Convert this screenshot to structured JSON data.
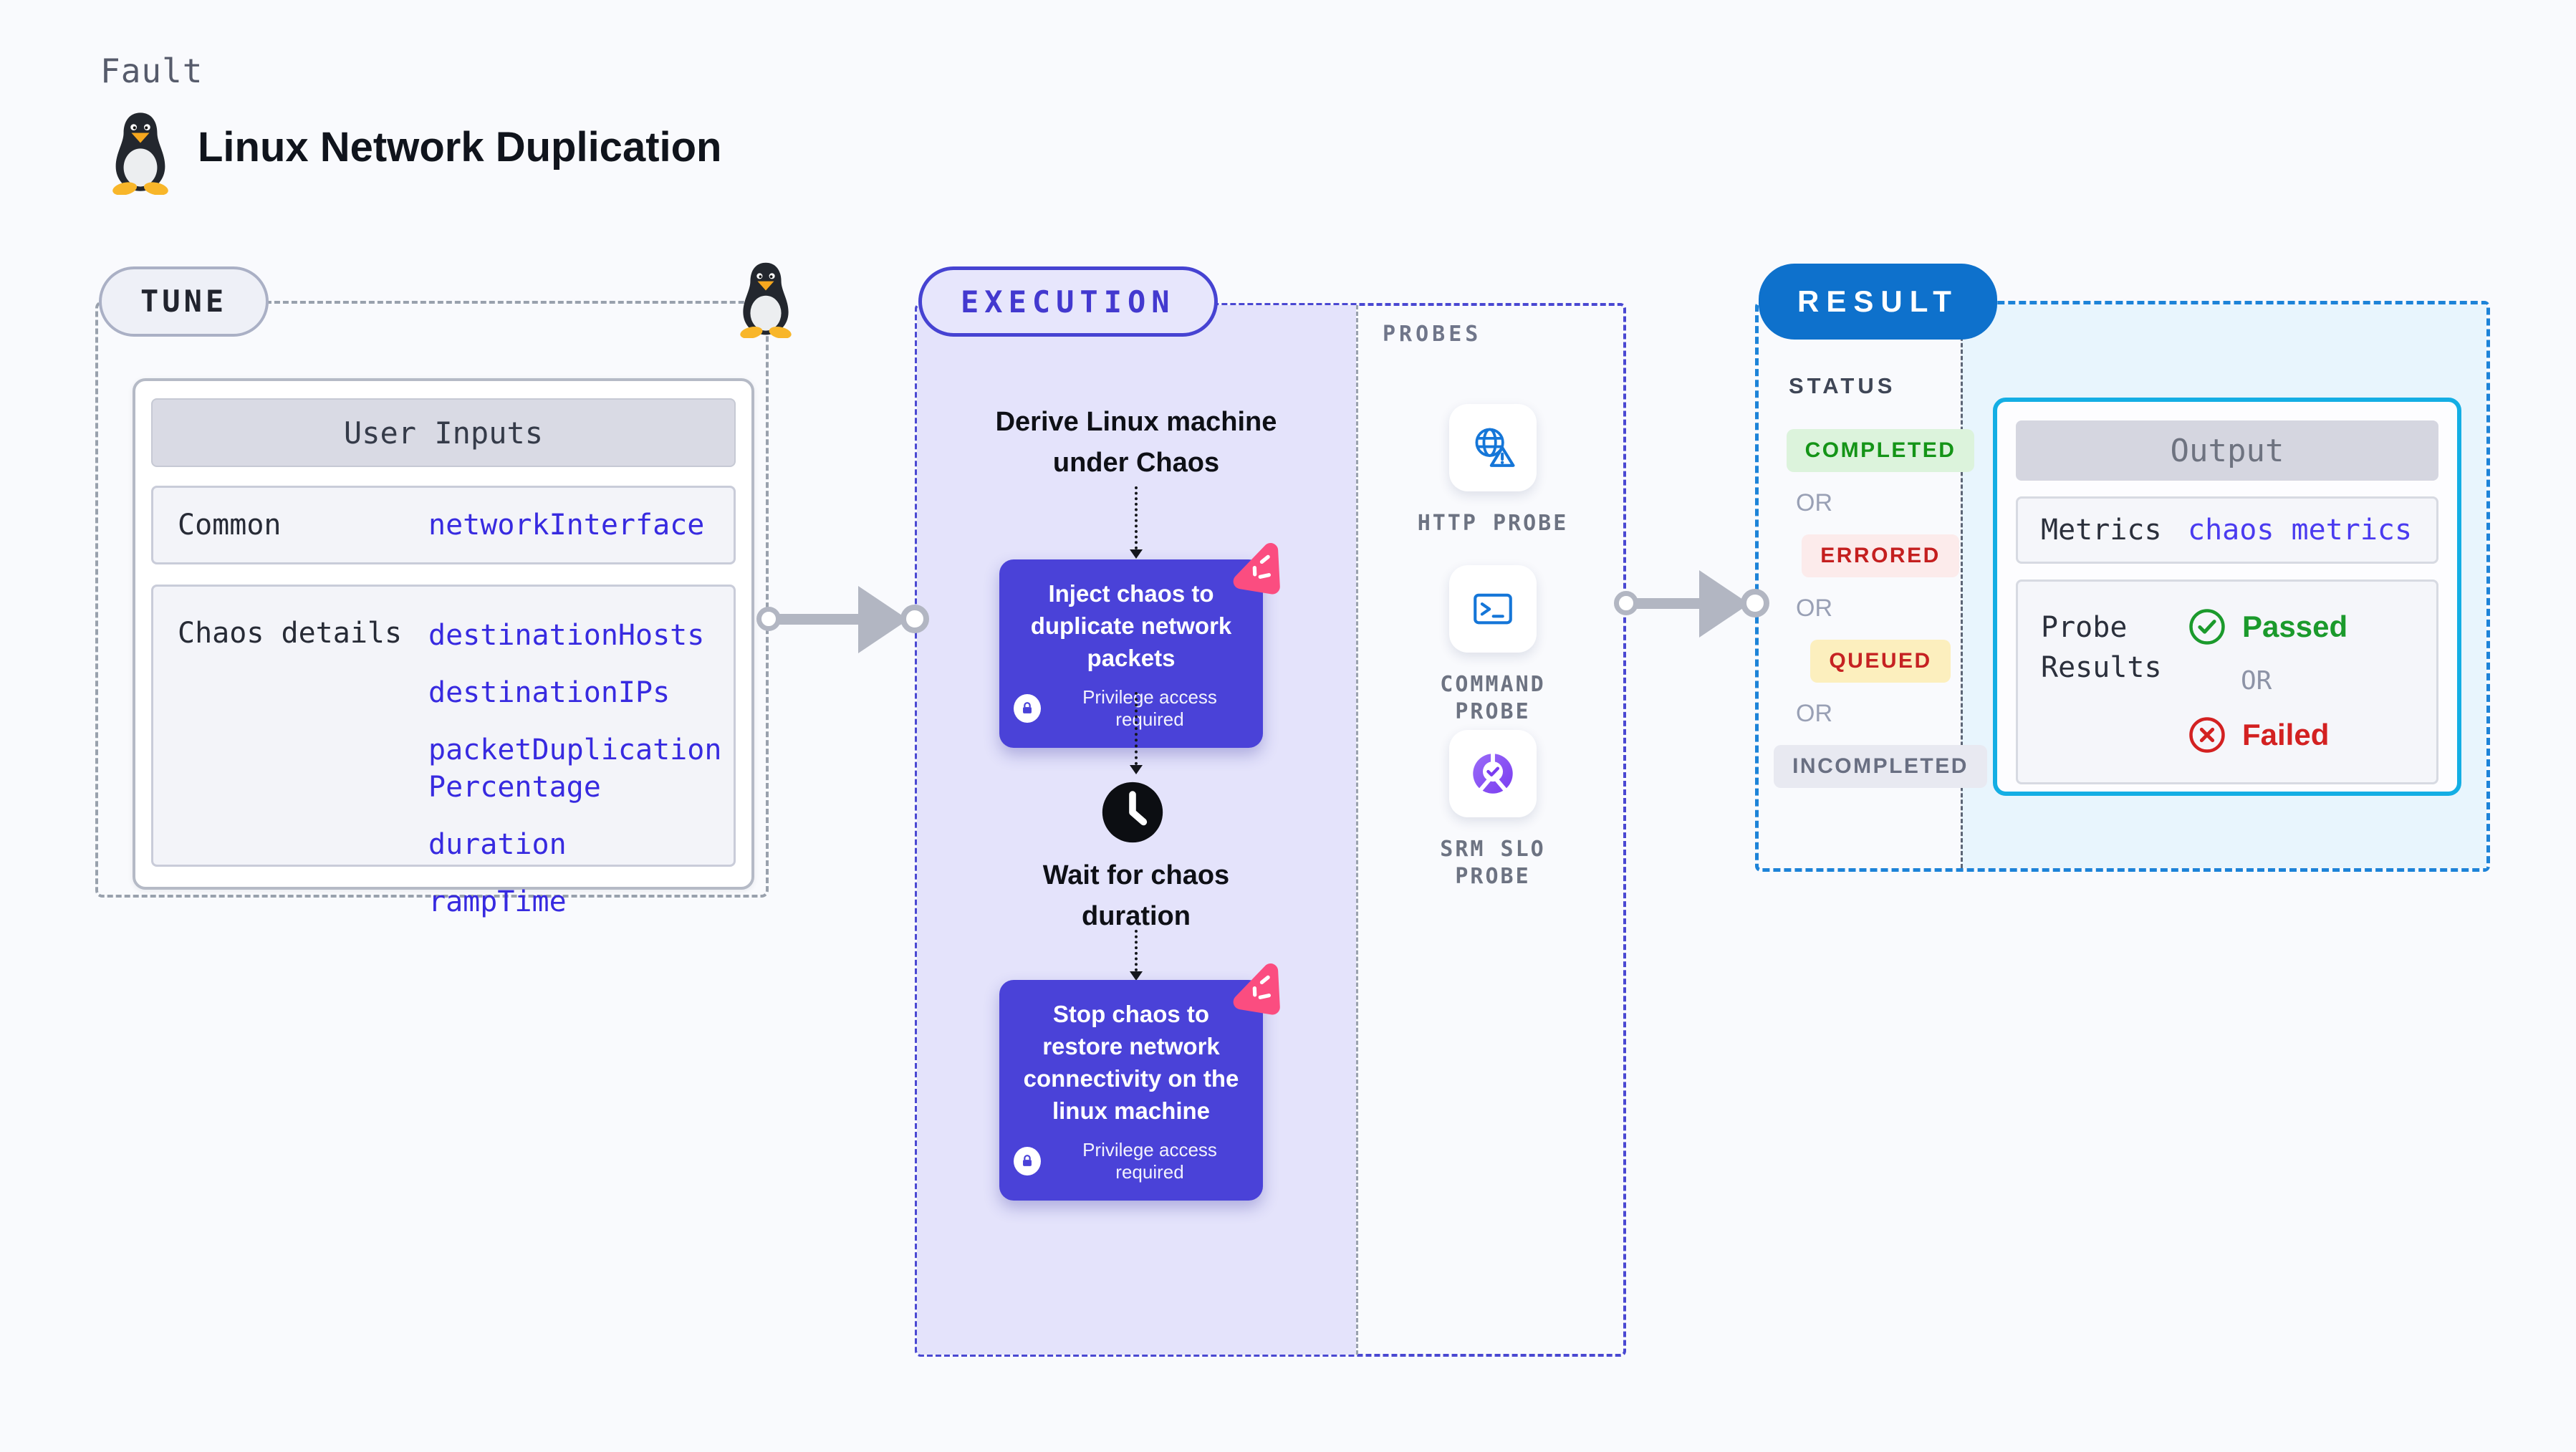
{
  "header": {
    "kicker": "Fault",
    "title": "Linux Network Duplication"
  },
  "colors": {
    "page_bg": "#f9fafd",
    "lavender_bg": "#e4e3fb",
    "light_blue_bg": "#e8f5fd",
    "indigo_node": "#4a42d8",
    "indigo_dash": "#4a48d2",
    "blue_dash": "#1d83d8",
    "result_pill_bg": "#0e71cc",
    "output_border": "#14aee4",
    "probe_icon_blue": "#1576d8",
    "pink_logo": "#fb4d80",
    "value_blue": "#372ae0",
    "arrow_gray": "#b2b6c2",
    "completed_green": "#149417",
    "errored_red": "#c41f1f",
    "queued_yellow_bg": "#fcefbe",
    "passed_green": "#1b9a2c",
    "failed_red": "#d32121"
  },
  "tune": {
    "badge": "TUNE",
    "card_title": "User Inputs",
    "rows": [
      {
        "label": "Common",
        "values": [
          "networkInterface"
        ]
      },
      {
        "label": "Chaos details",
        "values": [
          "destinationHosts",
          "destinationIPs",
          "packetDuplicationPercentage",
          "duration",
          "rampTime"
        ]
      }
    ]
  },
  "execution": {
    "badge": "EXECUTION",
    "derive": "Derive Linux machine under Chaos",
    "inject": "Inject chaos to duplicate network packets",
    "wait": "Wait for chaos duration",
    "stop": "Stop chaos to restore network connectivity on the linux machine",
    "privilege": "Privilege access required"
  },
  "probes": {
    "label": "PROBES",
    "items": [
      {
        "label": "HTTP PROBE",
        "icon": "globe-alert-icon"
      },
      {
        "label": "COMMAND PROBE",
        "icon": "terminal-icon"
      },
      {
        "label": "SRM SLO PROBE",
        "icon": "slo-donut-check-icon"
      }
    ]
  },
  "result": {
    "badge": "RESULT",
    "status_label": "STATUS",
    "or_label": "OR",
    "statuses": [
      {
        "label": "COMPLETED"
      },
      {
        "label": "ERRORED"
      },
      {
        "label": "QUEUED"
      },
      {
        "label": "INCOMPLETED"
      }
    ],
    "output": {
      "title": "Output",
      "metrics_label": "Metrics",
      "metrics_value": "chaos metrics",
      "probe_results_label": "Probe Results",
      "passed_label": "Passed",
      "or_label": "OR",
      "failed_label": "Failed"
    }
  }
}
